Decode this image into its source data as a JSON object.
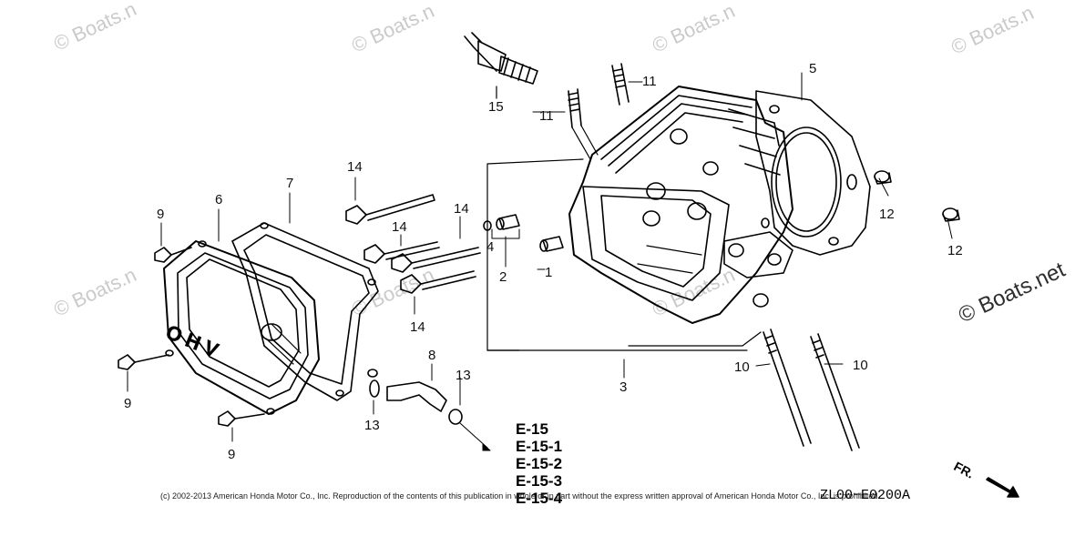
{
  "diagram": {
    "watermarks": [
      "© Boats.n",
      "© Boats.n",
      "© Boats.n",
      "© Boats.n",
      "© Boats.n",
      "© Boats.n",
      "© Boats.n"
    ],
    "brand_watermark": "© Boats.net",
    "emblem_text": "OHV",
    "callouts": {
      "c1": "1",
      "c2": "2",
      "c3": "3",
      "c4": "4",
      "c5": "5",
      "c6": "6",
      "c7": "7",
      "c8": "8",
      "c9a": "9",
      "c9b": "9",
      "c9c": "9",
      "c10a": "10",
      "c10b": "10",
      "c11a": "11",
      "c11b": "11",
      "c12a": "12",
      "c12b": "12",
      "c13a": "13",
      "c13b": "13",
      "c14a": "14",
      "c14b": "14",
      "c14c": "14",
      "c14d": "14",
      "c15": "15"
    },
    "reference_pages": [
      "E-15",
      "E-15-1",
      "E-15-2",
      "E-15-3",
      "E-15-4"
    ],
    "copyright": "(c) 2002-2013 American Honda Motor Co., Inc. Reproduction of the contents of this publication in whole or in part without the express written approval of American Honda Motor Co., Inc. is prohibited.",
    "drawing_code": "ZL00−E0200A",
    "direction_label": "FR."
  }
}
